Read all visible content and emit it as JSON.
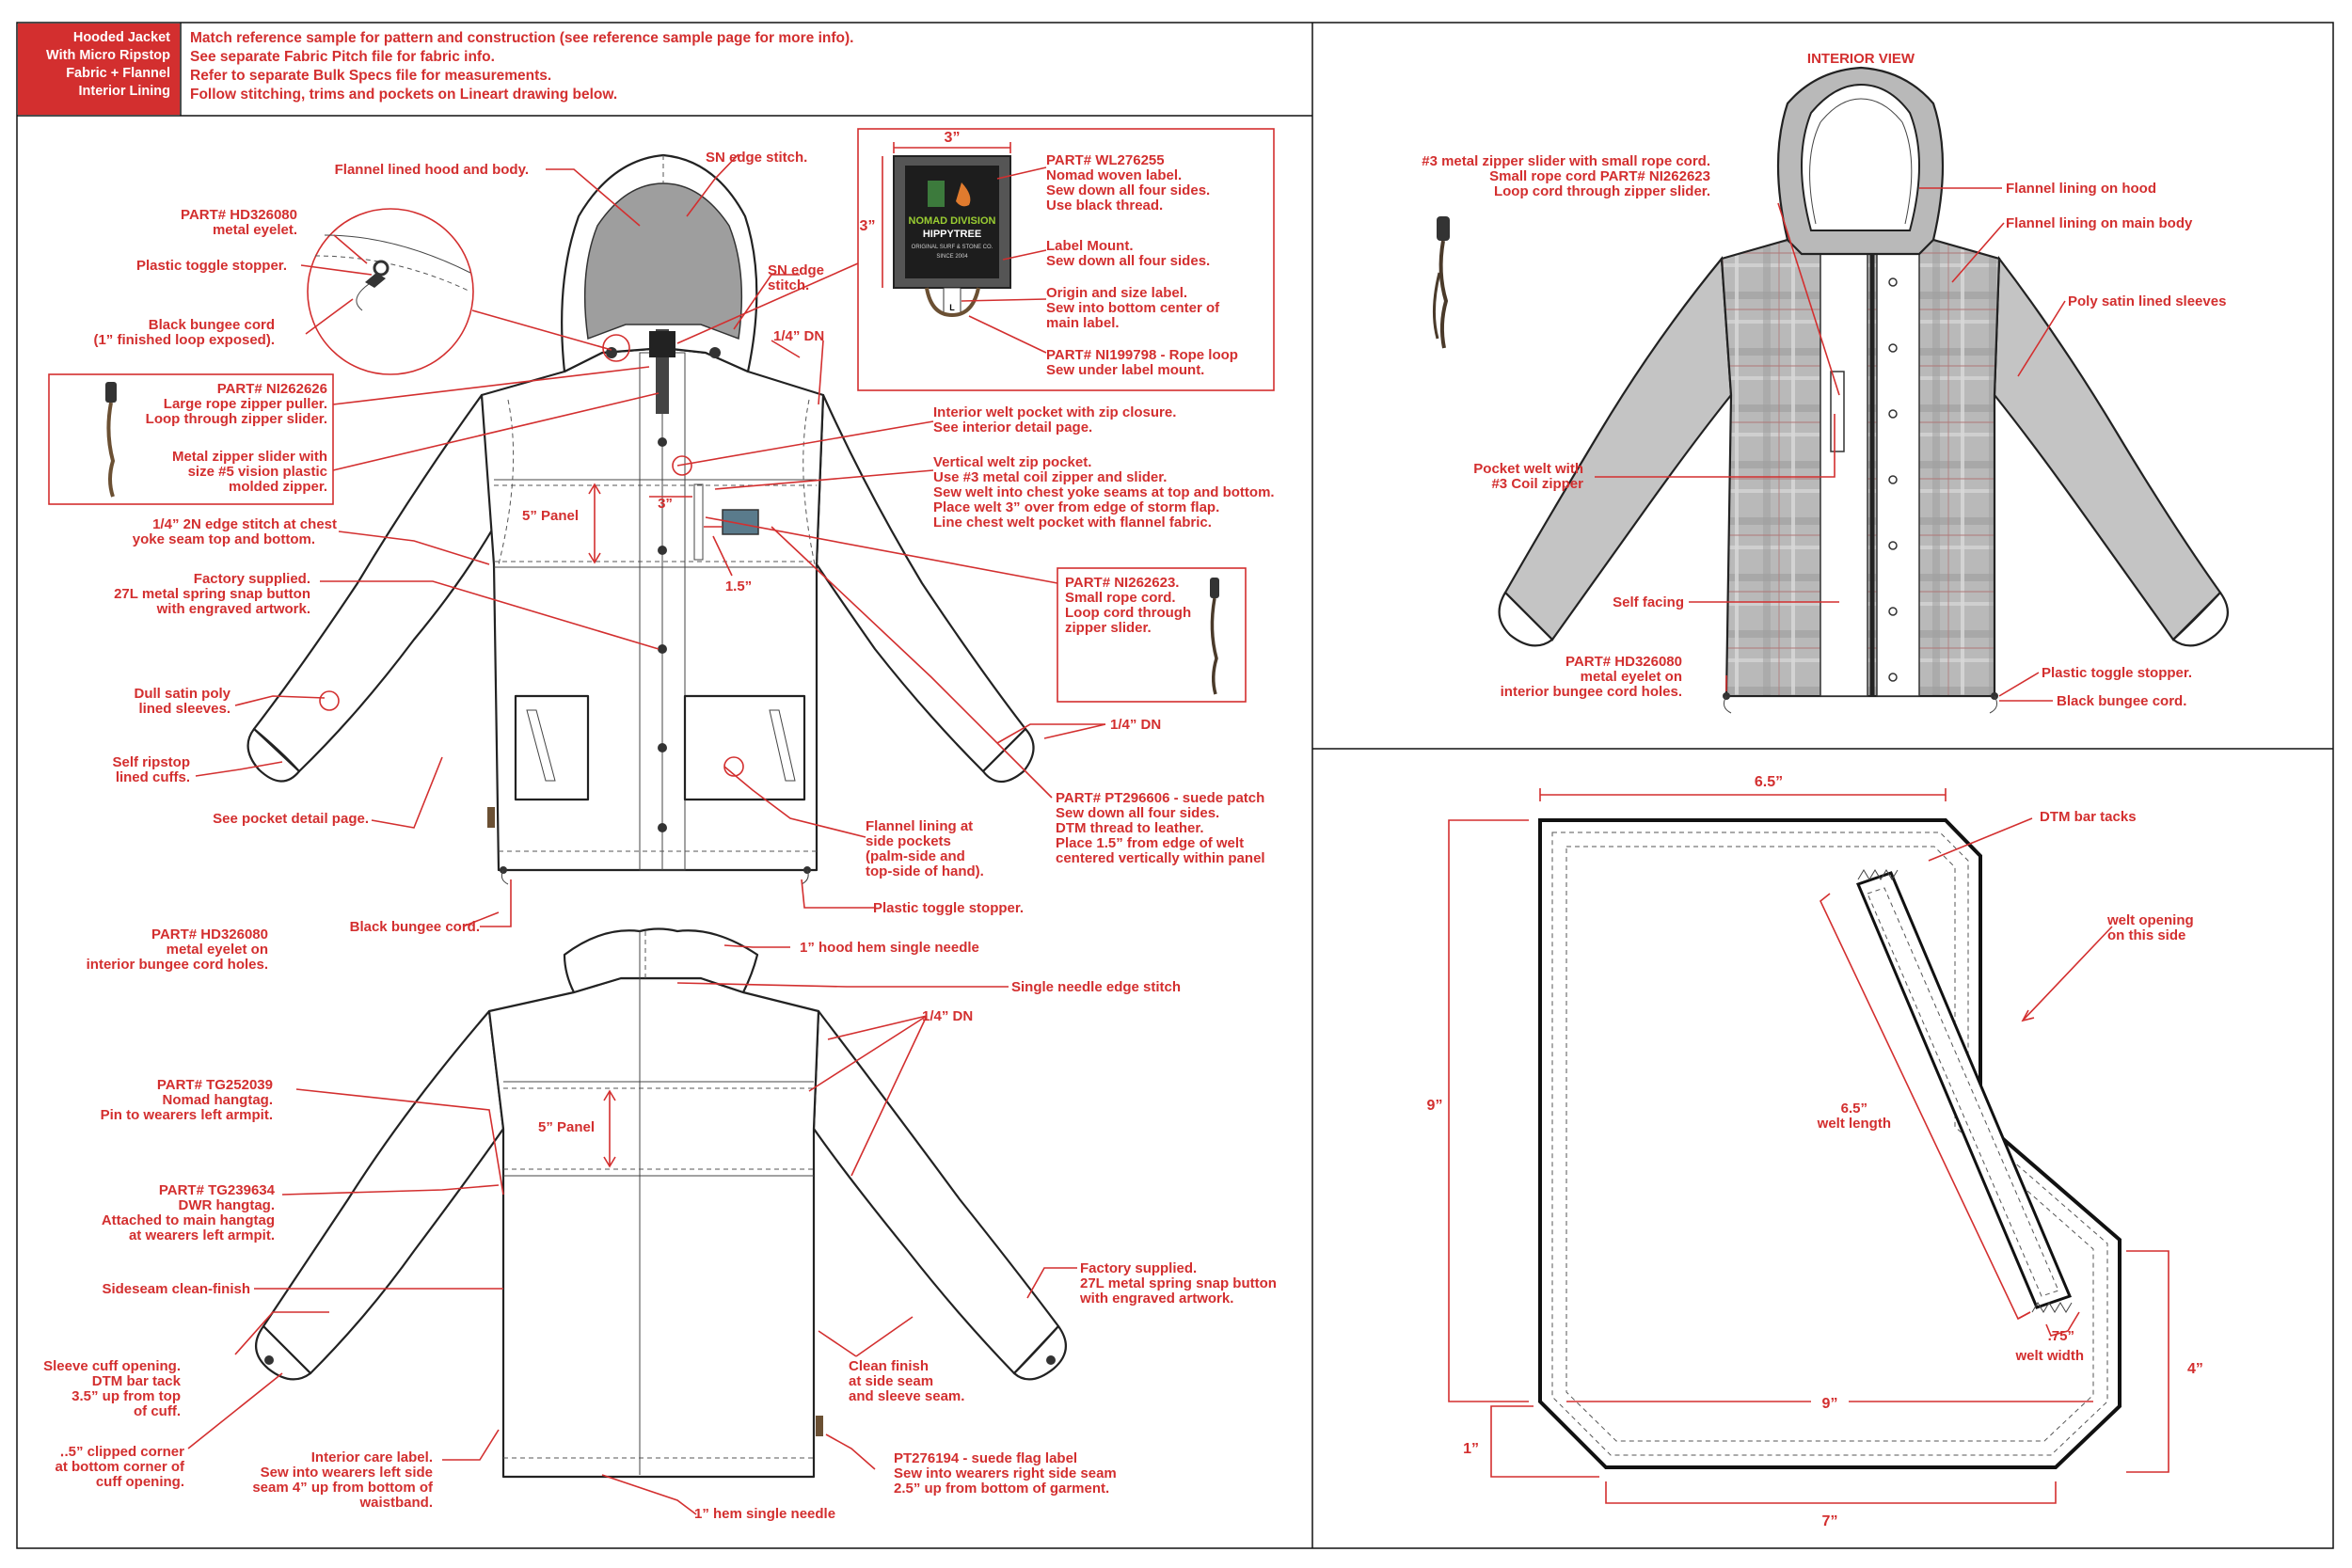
{
  "header": {
    "badge_lines": [
      "Hooded Jacket",
      "With Micro Ripstop",
      "Fabric + Flannel",
      "Interior Lining"
    ],
    "notes": [
      "Match reference sample for pattern and construction (see reference sample page for more info).",
      "See separate Fabric Pitch file for fabric info.",
      "Refer to separate Bulk Specs file for measurements.",
      "Follow stitching, trims and pockets on Lineart drawing below."
    ]
  },
  "front": {
    "hood_body": "Flannel lined hood and body.",
    "sn_edge": "SN edge stitch.",
    "sn_edge2": [
      "SN edge",
      "stitch."
    ],
    "eyelet": [
      "PART# HD326080",
      "metal eyelet."
    ],
    "toggle": "Plastic toggle stopper.",
    "bungee": [
      "Black bungee cord",
      "(1” finished loop exposed)."
    ],
    "quarter_dn": "1/4” DN",
    "puller": [
      "PART# NI262626",
      "Large rope zipper puller.",
      "Loop through zipper slider."
    ],
    "slider": [
      "Metal zipper slider with",
      "size #5 vision plastic",
      "molded zipper."
    ],
    "panel": "5” Panel",
    "three_in": "3”",
    "one_five": "1.5”",
    "chest_stitch": [
      "1/4” 2N edge stitch at chest",
      "yoke seam top and bottom."
    ],
    "snap": [
      "Factory supplied.",
      "27L metal spring snap button",
      "with engraved artwork."
    ],
    "sleeves": [
      "Dull satin poly",
      "lined sleeves."
    ],
    "cuffs": [
      "Self ripstop",
      "lined cuffs."
    ],
    "pocket_detail": "See pocket detail page.",
    "eyelet2": [
      "PART# HD326080",
      "metal eyelet on",
      "interior bungee cord holes."
    ],
    "bungee2": "Black bungee cord.",
    "toggle2": "Plastic toggle stopper.",
    "flannel_pockets": [
      "Flannel lining at",
      "side pockets",
      "(palm-side and",
      "top-side of hand)."
    ],
    "interior_welt": [
      "Interior welt pocket with zip closure.",
      "See interior detail page."
    ],
    "vertical_welt": [
      "Vertical welt zip pocket.",
      "Use #3 metal coil zipper and slider.",
      "Sew welt into chest yoke seams at top and bottom.",
      "Place welt 3” over from edge of storm flap.",
      "Line chest welt pocket with flannel fabric."
    ],
    "small_rope": [
      "PART# NI262623.",
      "Small rope cord.",
      "Loop cord through",
      "zipper slider."
    ],
    "quarter_dn2": "1/4” DN",
    "suede_patch": [
      "PART# PT296606 - suede patch",
      "Sew down all four sides.",
      "DTM thread to leather.",
      "Place 1.5” from edge of welt",
      "centered vertically within panel"
    ]
  },
  "label_box": {
    "width": "3”",
    "height": "3”",
    "woven": [
      "PART# WL276255",
      "Nomad woven label.",
      "Sew down all four sides.",
      "Use black thread."
    ],
    "mount": [
      "Label Mount.",
      "Sew down all four sides."
    ],
    "origin": [
      "Origin and size label.",
      "Sew into bottom center of",
      "main label."
    ],
    "rope_loop": [
      "PART# NI199798 - Rope loop",
      "Sew under label mount."
    ],
    "brand_lines": [
      "NOMAD DIVISION",
      "HIPPYTREE",
      "ORIGINAL SURF & STONE CO.",
      "SINCE 2004"
    ],
    "size": "L"
  },
  "back": {
    "hood_hem": "1” hood hem single needle",
    "edge_stitch": "Single needle edge stitch",
    "quarter_dn": "1/4” DN",
    "panel": "5” Panel",
    "nomad_tag": [
      "PART# TG252039",
      "Nomad hangtag.",
      "Pin to wearers left armpit."
    ],
    "dwr_tag": [
      "PART# TG239634",
      "DWR hangtag.",
      "Attached to main hangtag",
      "at wearers left armpit."
    ],
    "sideseam": "Sideseam clean-finish",
    "cuff_opening": [
      "Sleeve cuff opening.",
      "DTM bar tack",
      "3.5” up from top",
      "of cuff."
    ],
    "clipped": [
      "․.5” clipped corner",
      "at bottom corner of",
      "cuff opening."
    ],
    "care_label": [
      "Interior care label.",
      "Sew into wearers left side",
      "seam 4” up from bottom of",
      "waistband."
    ],
    "hem": "1” hem single needle",
    "snap": [
      "Factory supplied.",
      "27L metal spring snap button",
      "with engraved artwork."
    ],
    "clean_finish": [
      "Clean finish",
      "at side seam",
      "and sleeve seam."
    ],
    "flag_label": [
      "PT276194 - suede flag label",
      "Sew into wearers right side seam",
      "2.5” up from bottom of garment."
    ]
  },
  "interior": {
    "title": "INTERIOR VIEW",
    "slider": [
      "#3 metal zipper slider with small rope cord.",
      "Small rope cord PART# NI262623",
      "Loop cord through zipper slider."
    ],
    "hood": "Flannel lining on hood",
    "body": "Flannel lining on main body",
    "sleeves": "Poly satin lined sleeves",
    "pocket_welt": [
      "Pocket welt with",
      "#3 Coil zipper"
    ],
    "facing": "Self facing",
    "eyelet": [
      "PART# HD326080",
      "metal eyelet on",
      "interior bungee cord holes."
    ],
    "toggle": "Plastic toggle stopper.",
    "bungee": "Black bungee cord."
  },
  "pocket": {
    "top": "6.5”",
    "left": "9”",
    "bar_tacks": "DTM bar tacks",
    "opening": [
      "welt opening",
      "on this side"
    ],
    "welt_length": [
      "6.5”",
      "welt length"
    ],
    "welt_width": [
      ".75”",
      "welt width"
    ],
    "inner": "9”",
    "right": "4”",
    "corner": "1”",
    "bottom": "7”"
  },
  "colors": {
    "accent": "#d32f2f",
    "line": "#222222",
    "flannel": "#b9b9b9",
    "sleeve": "#c4c4c4"
  }
}
